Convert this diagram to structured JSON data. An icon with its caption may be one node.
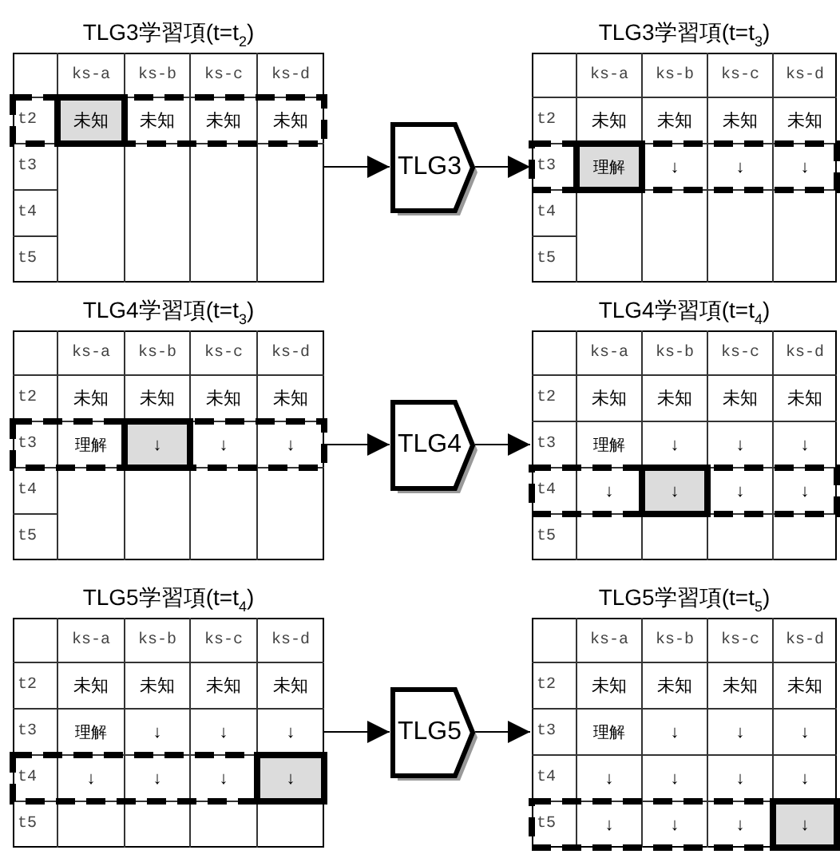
{
  "diagram": {
    "nodes": [
      {
        "text": [
          "TLG3学習項(t=t$_{2}$)"
        ]
      },
      {
        "text": [
          "TLG3"
        ]
      },
      {
        "text": [
          "TLG3学習項(t=t$_{3}$)"
        ]
      },
      {
        "text": [
          "TLG4学習項(t=t$_{3}$)"
        ]
      },
      {
        "text": [
          "TLG4"
        ]
      },
      {
        "text": [
          "TLG4学習項(t=t$_{4}$)"
        ]
      },
      {
        "text": [
          "TLG5学習項(t=t$_{4}$)"
        ]
      },
      {
        "text": [
          "TLG5"
        ]
      },
      {
        "text": [
          "TLG5学習項(t=t$_{5}$)"
        ]
      }
    ],
    "edges": [
      {
        "from": 0,
        "to": 1,
        "arrow": "to"
      },
      {
        "from": 1,
        "to": 2,
        "arrow": "to"
      },
      {
        "from": 3,
        "to": 4,
        "arrow": "to"
      },
      {
        "from": 4,
        "to": 5,
        "arrow": "to"
      },
      {
        "from": 6,
        "to": 7,
        "arrow": "to"
      },
      {
        "from": 7,
        "to": 8,
        "arrow": "to"
      }
    ],
    "labels": [
      "ks-a",
      "ks-b",
      "ks-c",
      "ks-d",
      "t2",
      "未知",
      "未知",
      "未知",
      "未知",
      "t3",
      "t4",
      "t5",
      "ks-a",
      "ks-b",
      "ks-c",
      "ks-d",
      "t2",
      "未知",
      "未知",
      "未知",
      "未知",
      "t3",
      "理解",
      "↓",
      "↓",
      "↓",
      "t4",
      "t5",
      "ks-a",
      "ks-b",
      "ks-c",
      "ks-d",
      "t2",
      "未知",
      "未知",
      "未知",
      "未知",
      "t3",
      "理解",
      "↓",
      "↓",
      "↓",
      "t4",
      "t5",
      "ks-a",
      "ks-b",
      "ks-c",
      "ks-d",
      "t2",
      "未知",
      "未知",
      "未知",
      "未知",
      "t3",
      "理解",
      "↓",
      "↓",
      "↓",
      "t4",
      "↓",
      "↓",
      "↓",
      "↓",
      "t5",
      "ks-a",
      "ks-b",
      "ks-c",
      "ks-d",
      "t2",
      "未知",
      "未知",
      "未知",
      "未知",
      "t3",
      "理解",
      "↓",
      "↓",
      "↓",
      "t4",
      "↓",
      "↓",
      "↓",
      "↓",
      "t5",
      "ks-a",
      "ks-b",
      "ks-c",
      "ks-d",
      "t2",
      "未知",
      "未知",
      "未知",
      "未知",
      "t3",
      "理解",
      "↓",
      "↓",
      "↓",
      "t4",
      "↓",
      "↓",
      "↓",
      "↓",
      "t5",
      "↓",
      "↓",
      "↓",
      "↓"
    ]
  }
}
